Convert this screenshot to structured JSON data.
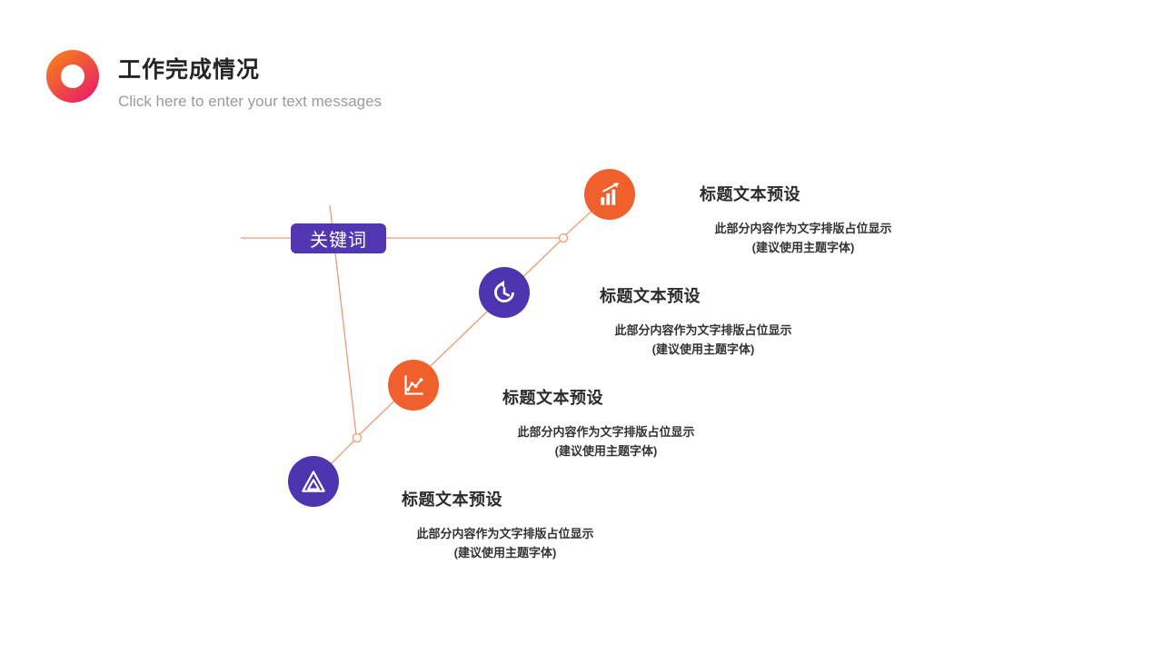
{
  "colors": {
    "accent_orange": "#F0602C",
    "accent_purple": "#4C35AE",
    "gradient_pink": "#E92063",
    "gradient_orange": "#F7821B",
    "connector_line": "#F09A72",
    "title_text": "#252525",
    "subtitle_text": "#9B9B9B",
    "body_text": "#333333"
  },
  "header": {
    "title": "工作完成情况",
    "subtitle": "Click here to enter your text messages"
  },
  "keyword": {
    "label": "关键词"
  },
  "items": [
    {
      "icon": "bar-chart-arrow-icon",
      "title": "标题文本预设",
      "body_line1": "此部分内容作为文字排版占位显示",
      "body_line2": "(建议使用主题字体)"
    },
    {
      "icon": "clock-history-icon",
      "title": "标题文本预设",
      "body_line1": "此部分内容作为文字排版占位显示",
      "body_line2": "(建议使用主题字体)"
    },
    {
      "icon": "line-chart-icon",
      "title": "标题文本预设",
      "body_line1": "此部分内容作为文字排版占位显示",
      "body_line2": "(建议使用主题字体)"
    },
    {
      "icon": "triangle-icon",
      "title": "标题文本预设",
      "body_line1": "此部分内容作为文字排版占位显示",
      "body_line2": "(建议使用主题字体)"
    }
  ]
}
